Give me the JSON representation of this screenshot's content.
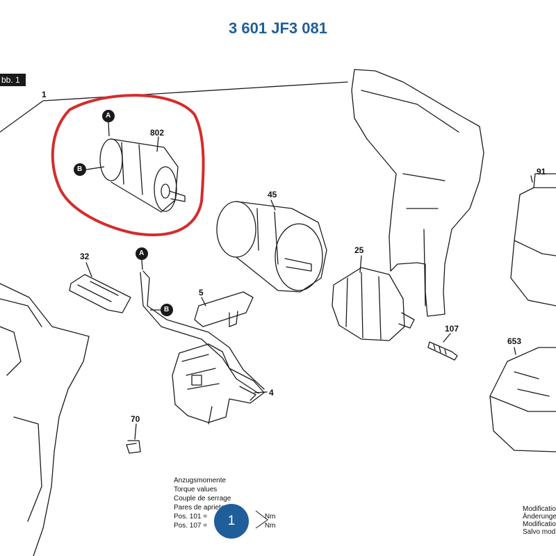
{
  "title": "3 601 JF3 081",
  "figure_tab": "bb. 1",
  "callouts": {
    "p1": "1",
    "p802": "802",
    "pA": "A",
    "pB": "B",
    "p45": "45",
    "p91": "91",
    "p32": "32",
    "p25": "25",
    "p5": "5",
    "p4": "4",
    "p107": "107",
    "p653": "653",
    "p70": "70",
    "wireA": "A",
    "wireB": "B"
  },
  "torque_notes": {
    "lines": [
      "Anzugsmomente",
      "Torque values",
      "Couple de serrage",
      "Pares de apriete"
    ],
    "pos101": "Pos. 101",
    "pos107": "Pos. 107",
    "nm1": "Nm",
    "nm2": "Nm"
  },
  "modifications": [
    "Modification",
    "Änderunge",
    "Modificatio",
    "Salvo mod"
  ],
  "page_badge": "1",
  "colors": {
    "title": "#1f5e9a",
    "highlight": "#d62b2b",
    "badge": "#1f5e9a"
  }
}
